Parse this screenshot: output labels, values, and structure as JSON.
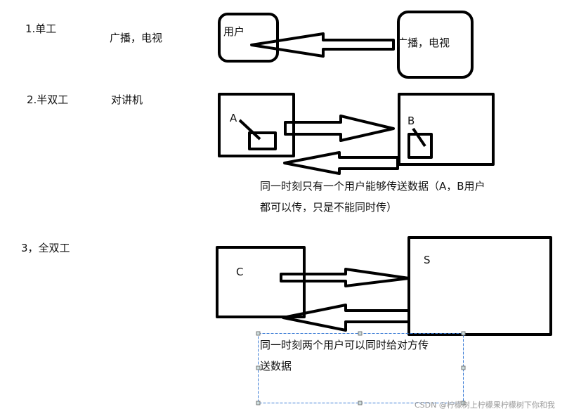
{
  "sections": [
    {
      "title": "1.单工",
      "example": "广播，电视"
    },
    {
      "title": "2.半双工",
      "example": "对讲机"
    },
    {
      "title": "3，全双工"
    }
  ],
  "simplex": {
    "left_box": "用户",
    "right_box": "广播，电视"
  },
  "half_duplex": {
    "left_label": "A",
    "right_label": "B",
    "note_line1": "同一时刻只有一个用户能够传送数据（A，B用户",
    "note_line2": "都可以传，只是不能同时传）"
  },
  "full_duplex": {
    "left_label": "C",
    "right_label": "S",
    "note_line1": "同一时刻两个用户可以同时给对方传",
    "note_line2": "送数据"
  },
  "watermark": "CSDN @柠檬树上柠檬果柠檬树下你和我"
}
